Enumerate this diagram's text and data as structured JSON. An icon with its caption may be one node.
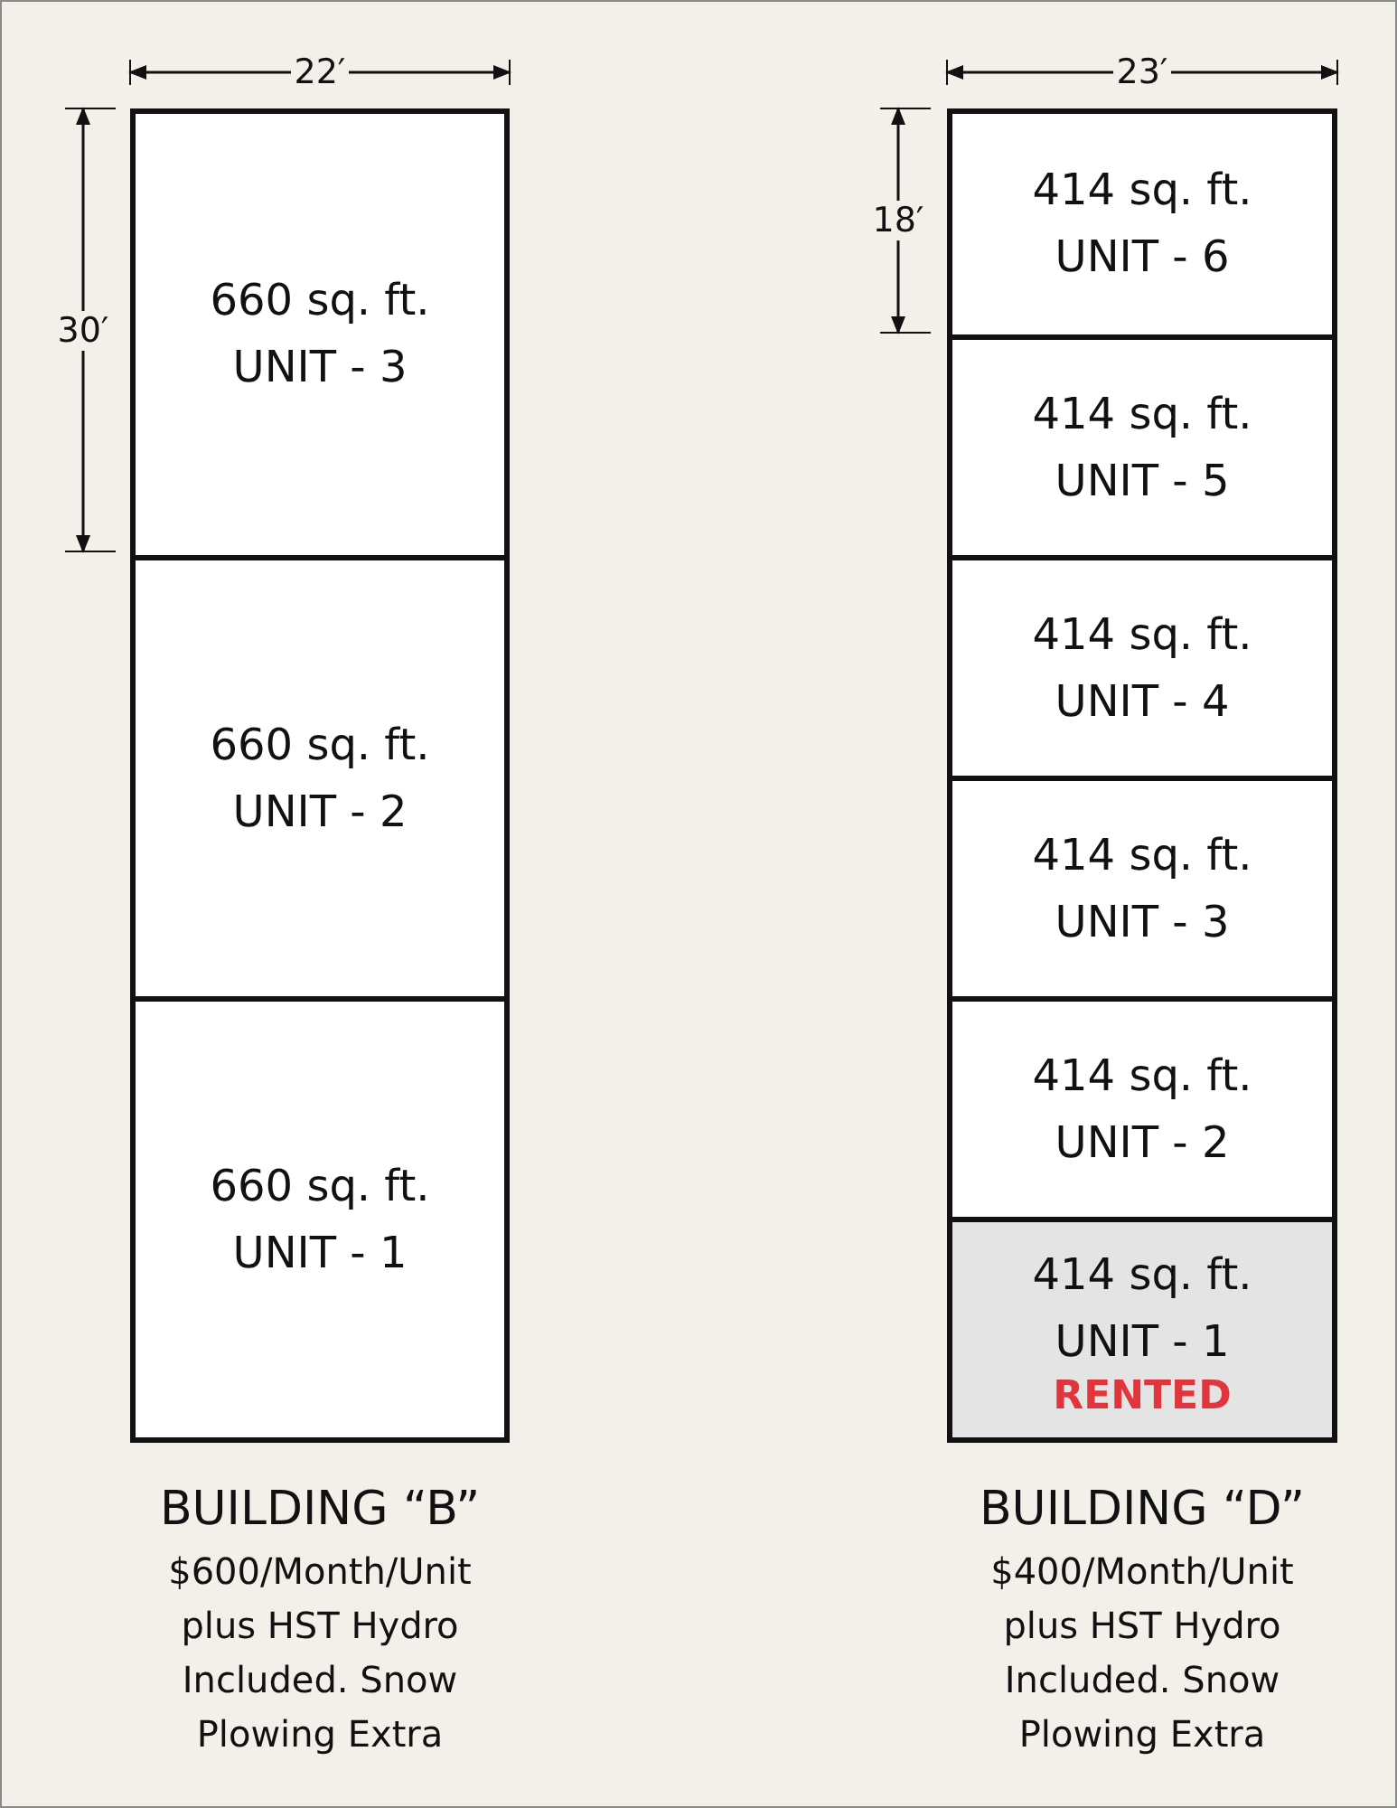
{
  "diagram": {
    "nodes": [
      {
        "text": [
          "BUILDING “B”",
          "$600/Month/Unit plus HST Hydro Included. Snow Plowing Extra"
        ]
      },
      {
        "text": [
          "660 sq. ft.",
          "UNIT - 3"
        ],
        "in": 0
      },
      {
        "text": [
          "660 sq. ft.",
          "UNIT - 2"
        ],
        "in": 0
      },
      {
        "text": [
          "660 sq. ft.",
          "UNIT - 1"
        ],
        "in": 0
      },
      {
        "text": [
          "BUILDING “D”",
          "$400/Month/Unit plus HST Hydro Included. Snow Plowing Extra"
        ]
      },
      {
        "text": [
          "414 sq. ft.",
          "UNIT - 6"
        ],
        "in": 4
      },
      {
        "text": [
          "414 sq. ft.",
          "UNIT - 5"
        ],
        "in": 4
      },
      {
        "text": [
          "414 sq. ft.",
          "UNIT - 4"
        ],
        "in": 4
      },
      {
        "text": [
          "414 sq. ft.",
          "UNIT - 3"
        ],
        "in": 4
      },
      {
        "text": [
          "414 sq. ft.",
          "UNIT - 2"
        ],
        "in": 4
      },
      {
        "text": [
          "414 sq. ft.",
          "UNIT - 1",
          "RENTED"
        ],
        "in": 4
      }
    ],
    "labels": [
      "22′",
      "23′",
      "30′",
      "18′"
    ]
  }
}
